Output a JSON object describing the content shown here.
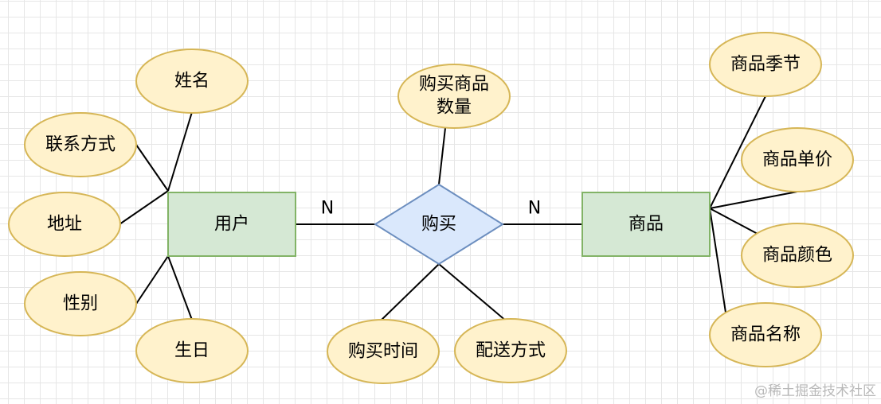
{
  "entities": {
    "user": "用户",
    "product": "商品"
  },
  "relationship": {
    "label": "购买",
    "card_left": "N",
    "card_right": "N"
  },
  "attributes": {
    "user": {
      "name": "姓名",
      "contact": "联系方式",
      "address": "地址",
      "gender": "性别",
      "birthday": "生日"
    },
    "purchase": {
      "quantity_line1": "购买商品",
      "quantity_line2": "数量",
      "time": "购买时间",
      "delivery": "配送方式"
    },
    "product": {
      "season": "商品季节",
      "price": "商品单价",
      "color": "商品颜色",
      "name": "商品名称"
    }
  },
  "watermark": "@稀土掘金技术社区",
  "colors": {
    "entity_fill": "#d5e8d4",
    "entity_stroke": "#82b366",
    "attribute_fill": "#fff2cc",
    "attribute_stroke": "#d6b656",
    "relationship_fill": "#dae8fc",
    "relationship_stroke": "#6c8ebf"
  }
}
